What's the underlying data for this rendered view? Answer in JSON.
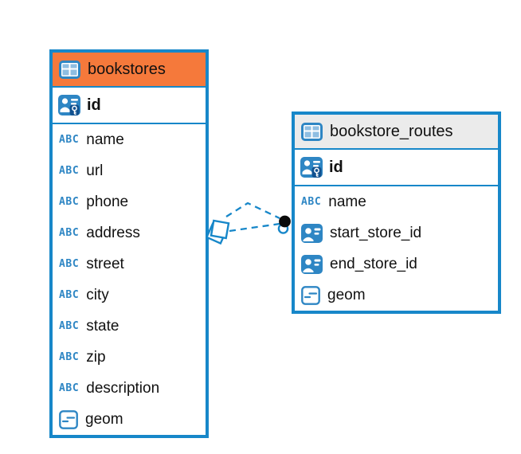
{
  "app": {
    "view": "erd-diagram",
    "background_color": "#FFFFFF"
  },
  "colors": {
    "accent_blue": "#1787C9",
    "icon_blue": "#2E86C4",
    "header_orange": "#F5793B",
    "header_gray": "#EBEBEB",
    "text": "#111111",
    "relation_dot": "#0A0A0A"
  },
  "icons": {
    "table_icon": "table-icon",
    "primary_key_icon": "primary-key-icon",
    "text_type_glyph": "ABC",
    "foreign_key_icon": "foreign-key-person-icon",
    "geometry_type_icon": "geometry-type-icon"
  },
  "tables": [
    {
      "name": "bookstores",
      "header_color": "#F5793B",
      "primary_key": {
        "name": "id",
        "type": "key"
      },
      "columns": [
        {
          "name": "name",
          "type": "text"
        },
        {
          "name": "url",
          "type": "text"
        },
        {
          "name": "phone",
          "type": "text"
        },
        {
          "name": "address",
          "type": "text"
        },
        {
          "name": "street",
          "type": "text"
        },
        {
          "name": "city",
          "type": "text"
        },
        {
          "name": "state",
          "type": "text"
        },
        {
          "name": "zip",
          "type": "text"
        },
        {
          "name": "description",
          "type": "text"
        },
        {
          "name": "geom",
          "type": "geometry"
        }
      ]
    },
    {
      "name": "bookstore_routes",
      "header_color": "#EBEBEB",
      "primary_key": {
        "name": "id",
        "type": "key"
      },
      "columns": [
        {
          "name": "name",
          "type": "text"
        },
        {
          "name": "start_store_id",
          "type": "foreign-key"
        },
        {
          "name": "end_store_id",
          "type": "foreign-key"
        },
        {
          "name": "geom",
          "type": "geometry"
        }
      ]
    }
  ],
  "relationships": {
    "line_style": "dashed",
    "line_color": "#1787C9",
    "source_marker": "stacked-squares",
    "target_marker": "black-dot-with-ring",
    "count": 2
  }
}
